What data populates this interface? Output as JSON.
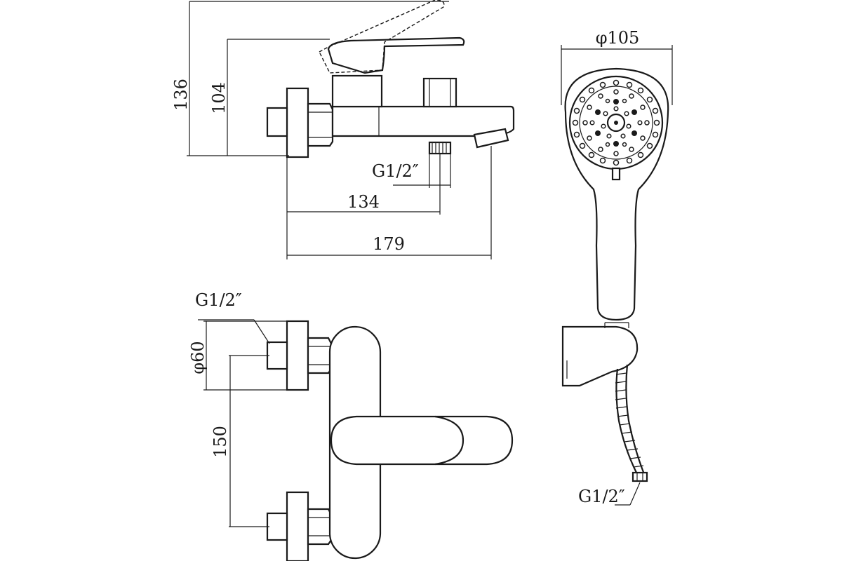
{
  "dimensions": {
    "height_total": "136",
    "height_spout": "104",
    "width_outlet": "134",
    "width_total": "179",
    "thread_bottom": "G1/2″",
    "thread_inlet": "G1/2″",
    "inlet_diameter": "φ60",
    "inlet_spacing": "150",
    "head_diameter": "φ105",
    "thread_hose": "G1/2″"
  }
}
